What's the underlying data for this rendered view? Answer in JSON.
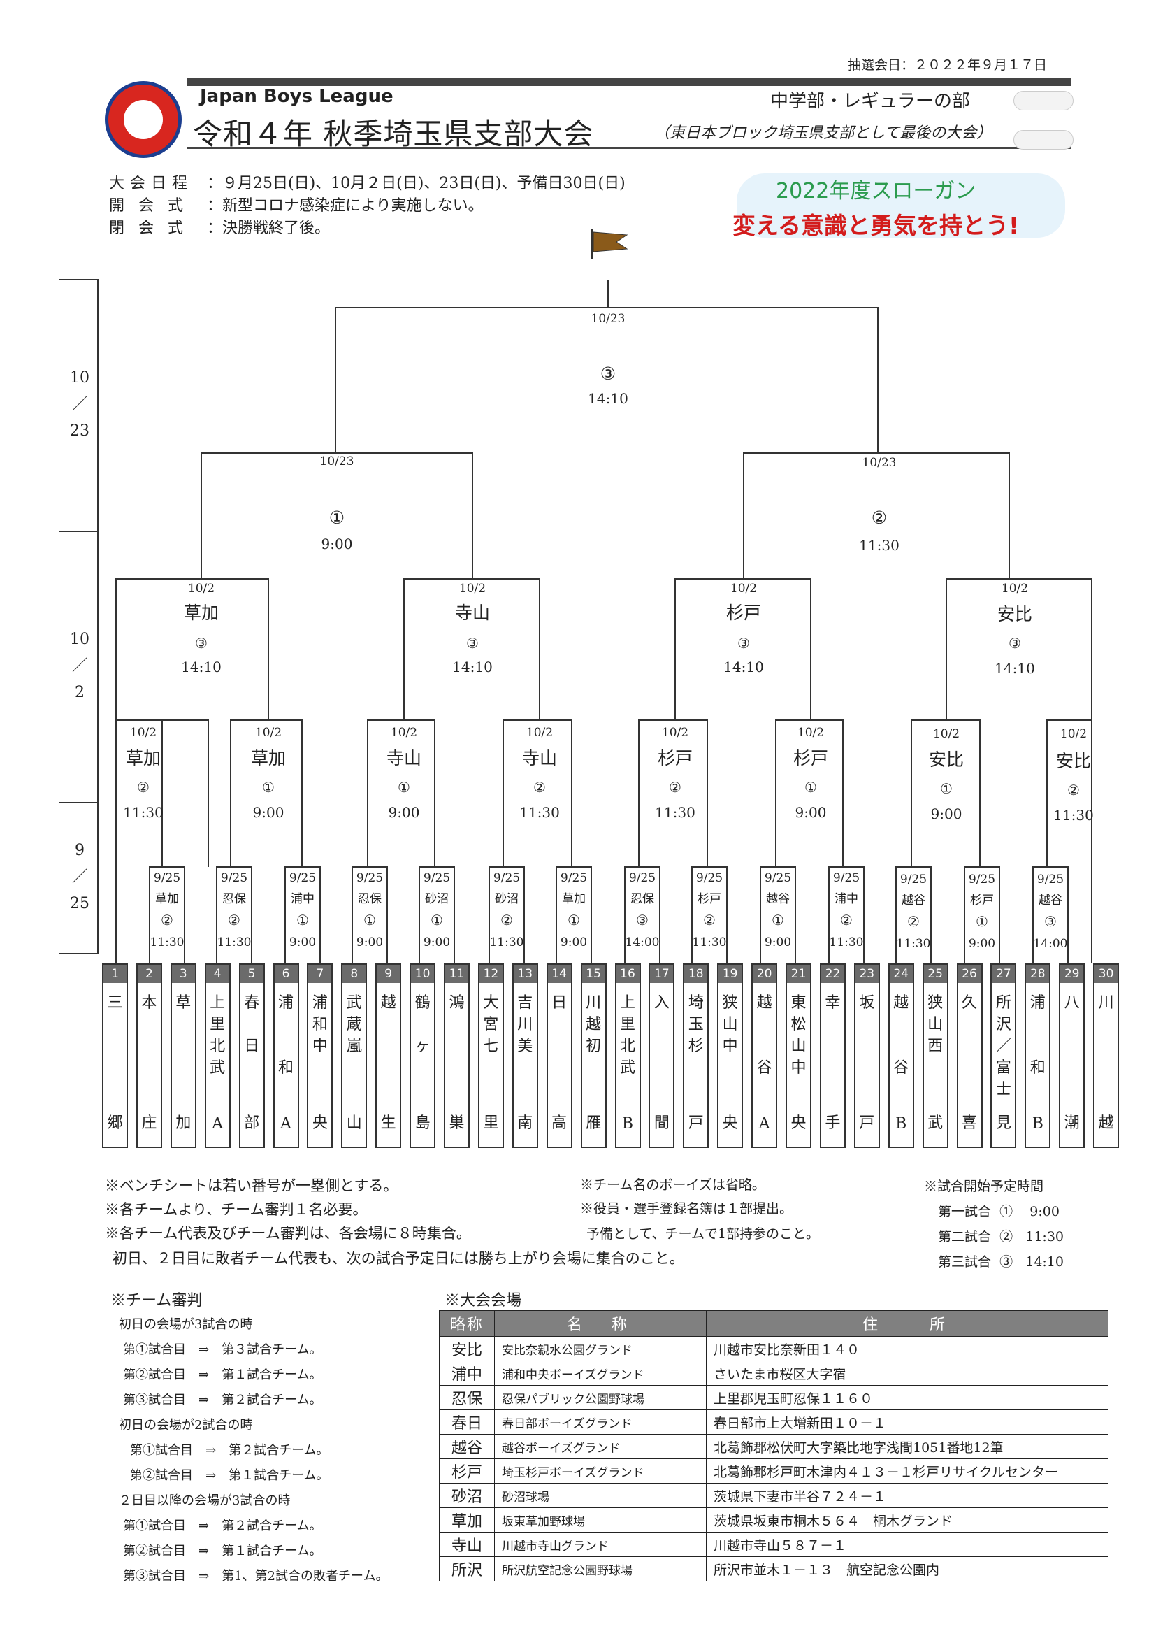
{
  "header": {
    "draw_date": "抽選会日：２０２２年９月１７日",
    "league": "Japan Boys League",
    "title": "令和４年 秋季埼玉県支部大会",
    "division": "中学部・レギュラーの部",
    "subtitle": "（東日本ブロック埼玉県支部として最後の大会）"
  },
  "info": [
    {
      "key": "大会日程",
      "value": "９月25日(日)、10月２日(日)、23日(日)、予備日30日(日)"
    },
    {
      "key": "開会式",
      "value": "新型コロナ感染症により実施しない。"
    },
    {
      "key": "閉会式",
      "value": "決勝戦終了後。"
    }
  ],
  "slogan": {
    "line1": "2022年度スローガン",
    "line2": "変える意識と勇気を持とう!"
  },
  "round_labels": [
    {
      "top": "10",
      "mid": "／",
      "bot": "23"
    },
    {
      "top": "10",
      "mid": "／",
      "bot": "2"
    },
    {
      "top": "9",
      "mid": "／",
      "bot": "25"
    }
  ],
  "bracket": {
    "final": {
      "date": "10/23",
      "game": "③",
      "time": "14:10"
    },
    "semis": [
      {
        "date": "10/23",
        "game": "①",
        "time": "9:00"
      },
      {
        "date": "10/23",
        "game": "②",
        "time": "11:30"
      }
    ],
    "quarters": [
      {
        "date": "10/2",
        "venue": "草加",
        "game": "③",
        "time": "14:10"
      },
      {
        "date": "10/2",
        "venue": "寺山",
        "game": "③",
        "time": "14:10"
      },
      {
        "date": "10/2",
        "venue": "杉戸",
        "game": "③",
        "time": "14:10"
      },
      {
        "date": "10/2",
        "venue": "安比",
        "game": "③",
        "time": "14:10"
      }
    ],
    "round2": [
      {
        "date": "10/2",
        "venue": "草加",
        "game": "②",
        "time": "11:30"
      },
      {
        "date": "10/2",
        "venue": "草加",
        "game": "①",
        "time": "9:00"
      },
      {
        "date": "10/2",
        "venue": "寺山",
        "game": "①",
        "time": "9:00"
      },
      {
        "date": "10/2",
        "venue": "寺山",
        "game": "②",
        "time": "11:30"
      },
      {
        "date": "10/2",
        "venue": "杉戸",
        "game": "②",
        "time": "11:30"
      },
      {
        "date": "10/2",
        "venue": "杉戸",
        "game": "①",
        "time": "9:00"
      },
      {
        "date": "10/2",
        "venue": "安比",
        "game": "①",
        "time": "9:00"
      },
      {
        "date": "10/2",
        "venue": "安比",
        "game": "②",
        "time": "11:30"
      }
    ],
    "round1": [
      {
        "date": "9/25",
        "venue": "草加",
        "game": "②",
        "time": "11:30"
      },
      {
        "date": "9/25",
        "venue": "忍保",
        "game": "②",
        "time": "11:30"
      },
      {
        "date": "9/25",
        "venue": "浦中",
        "game": "①",
        "time": "9:00"
      },
      {
        "date": "9/25",
        "venue": "忍保",
        "game": "①",
        "time": "9:00"
      },
      {
        "date": "9/25",
        "venue": "砂沼",
        "game": "①",
        "time": "9:00"
      },
      {
        "date": "9/25",
        "venue": "砂沼",
        "game": "②",
        "time": "11:30"
      },
      {
        "date": "9/25",
        "venue": "草加",
        "game": "①",
        "time": "9:00"
      },
      {
        "date": "9/25",
        "venue": "忍保",
        "game": "③",
        "time": "14:00"
      },
      {
        "date": "9/25",
        "venue": "杉戸",
        "game": "②",
        "time": "11:30"
      },
      {
        "date": "9/25",
        "venue": "越谷",
        "game": "①",
        "time": "9:00"
      },
      {
        "date": "9/25",
        "venue": "浦中",
        "game": "②",
        "time": "11:30"
      },
      {
        "date": "9/25",
        "venue": "越谷",
        "game": "②",
        "time": "11:30"
      },
      {
        "date": "9/25",
        "venue": "杉戸",
        "game": "①",
        "time": "9:00"
      },
      {
        "date": "9/25",
        "venue": "越谷",
        "game": "③",
        "time": "14:00"
      }
    ]
  },
  "teams": [
    {
      "num": "1",
      "top": [
        "三"
      ],
      "bottom": "郷"
    },
    {
      "num": "2",
      "top": [
        "本"
      ],
      "bottom": "庄"
    },
    {
      "num": "3",
      "top": [
        "草"
      ],
      "bottom": "加"
    },
    {
      "num": "4",
      "top": [
        "上",
        "里",
        "北",
        "武"
      ],
      "bottom": "A"
    },
    {
      "num": "5",
      "top": [
        "春",
        "",
        "日"
      ],
      "bottom": "部"
    },
    {
      "num": "6",
      "top": [
        "浦",
        "",
        "",
        "和"
      ],
      "bottom": "A"
    },
    {
      "num": "7",
      "top": [
        "浦",
        "和",
        "中"
      ],
      "bottom": "央"
    },
    {
      "num": "8",
      "top": [
        "武",
        "蔵",
        "嵐"
      ],
      "bottom": "山"
    },
    {
      "num": "9",
      "top": [
        "越"
      ],
      "bottom": "生"
    },
    {
      "num": "10",
      "top": [
        "鶴",
        "",
        "ヶ"
      ],
      "bottom": "島"
    },
    {
      "num": "11",
      "top": [
        "鴻"
      ],
      "bottom": "巣"
    },
    {
      "num": "12",
      "top": [
        "大",
        "宮",
        "七"
      ],
      "bottom": "里"
    },
    {
      "num": "13",
      "top": [
        "吉",
        "川",
        "美"
      ],
      "bottom": "南"
    },
    {
      "num": "14",
      "top": [
        "日"
      ],
      "bottom": "高"
    },
    {
      "num": "15",
      "top": [
        "川",
        "越",
        "初"
      ],
      "bottom": "雁"
    },
    {
      "num": "16",
      "top": [
        "上",
        "里",
        "北",
        "武"
      ],
      "bottom": "B"
    },
    {
      "num": "17",
      "top": [
        "入"
      ],
      "bottom": "間"
    },
    {
      "num": "18",
      "top": [
        "埼",
        "玉",
        "杉"
      ],
      "bottom": "戸"
    },
    {
      "num": "19",
      "top": [
        "狭",
        "山",
        "中"
      ],
      "bottom": "央"
    },
    {
      "num": "20",
      "top": [
        "越",
        "",
        "",
        "谷"
      ],
      "bottom": "A"
    },
    {
      "num": "21",
      "top": [
        "東",
        "松",
        "山",
        "中"
      ],
      "bottom": "央"
    },
    {
      "num": "22",
      "top": [
        "幸"
      ],
      "bottom": "手"
    },
    {
      "num": "23",
      "top": [
        "坂"
      ],
      "bottom": "戸"
    },
    {
      "num": "24",
      "top": [
        "越",
        "",
        "",
        "谷"
      ],
      "bottom": "B"
    },
    {
      "num": "25",
      "top": [
        "狭",
        "山",
        "西"
      ],
      "bottom": "武"
    },
    {
      "num": "26",
      "top": [
        "久"
      ],
      "bottom": "喜"
    },
    {
      "num": "27",
      "top": [
        "所",
        "沢",
        "／",
        "富",
        "士"
      ],
      "bottom": "見"
    },
    {
      "num": "28",
      "top": [
        "浦",
        "",
        "",
        "和"
      ],
      "bottom": "B"
    },
    {
      "num": "29",
      "top": [
        "八"
      ],
      "bottom": "潮"
    },
    {
      "num": "30",
      "top": [
        "川"
      ],
      "bottom": "越"
    }
  ],
  "notes_left": [
    "※ベンチシートは若い番号が一塁側とする。",
    "※各チームより、チーム審判１名必要。",
    "※各チーム代表及びチーム審判は、各会場に８時集合。",
    "　初日、２日目に敗者チーム代表も、次の試合予定日には勝ち上がり会場に集合のこと。"
  ],
  "notes_mid": [
    "※チーム名のボーイズは省略。",
    "※役員・選手登録名簿は１部提出。",
    "　予備として、チームで1部持参のこと。"
  ],
  "schedule": {
    "title": "※試合開始予定時間",
    "rows": [
      {
        "label": "第一試合",
        "game": "①",
        "time": "9:00"
      },
      {
        "label": "第二試合",
        "game": "②",
        "time": "11:30"
      },
      {
        "label": "第三試合",
        "game": "③",
        "time": "14:10"
      }
    ]
  },
  "referee": {
    "title": "※チーム審判",
    "lines": [
      "初日の会場が3試合の時",
      "第①試合目　⇒　第３試合チーム。",
      "第②試合目　⇒　第１試合チーム。",
      "第③試合目　⇒　第２試合チーム。",
      "初日の会場が2試合の時",
      "第①試合目　⇒　第２試合チーム。",
      "第②試合目　⇒　第１試合チーム。",
      "２日目以降の会場が3試合の時",
      "第①試合目　⇒　第２試合チーム。",
      "第②試合目　⇒　第１試合チーム。",
      "第③試合目　⇒　第1、第2試合の敗者チーム。"
    ]
  },
  "venues": {
    "title": "※大会会場",
    "headers": [
      "略称",
      "名　称",
      "住　　所"
    ],
    "rows": [
      [
        "安比",
        "安比奈親水公園グランド",
        "川越市安比奈新田１４０"
      ],
      [
        "浦中",
        "浦和中央ボーイズグランド",
        "さいたま市桜区大字宿"
      ],
      [
        "忍保",
        "忍保パブリック公園野球場",
        "上里郡児玉町忍保１１６０"
      ],
      [
        "春日",
        "春日部ボーイズグランド",
        "春日部市上大増新田１０－１"
      ],
      [
        "越谷",
        "越谷ボーイズグランド",
        "北葛飾郡松伏町大字築比地字浅間1051番地12筆"
      ],
      [
        "杉戸",
        "埼玉杉戸ボーイズグランド",
        "北葛飾郡杉戸町木津内４１３－１杉戸リサイクルセンター"
      ],
      [
        "砂沼",
        "砂沼球場",
        "茨城県下妻市半谷７２４－１"
      ],
      [
        "草加",
        "坂東草加野球場",
        "茨城県坂東市桐木５６４　桐木グランド"
      ],
      [
        "寺山",
        "川越市寺山グランド",
        "川越市寺山５８７－１"
      ],
      [
        "所沢",
        "所沢航空記念公園野球場",
        "所沢市並木１－１３　航空記念公園内"
      ]
    ]
  }
}
